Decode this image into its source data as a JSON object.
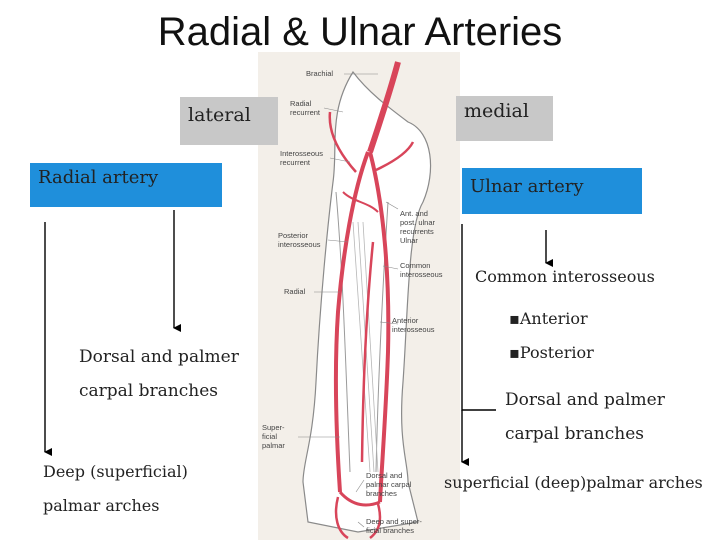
{
  "title": "Radial & Ulnar Arteries",
  "left": {
    "side_label": "lateral",
    "artery_label": "Radial artery",
    "branch1": [
      "Dorsal and palmer",
      "carpal branches"
    ],
    "branch2": [
      "Deep (superficial)",
      "palmar arches"
    ]
  },
  "right": {
    "side_label": "medial",
    "artery_label": "Ulnar artery",
    "branch1": "Common interosseous",
    "bullets": [
      "Anterior",
      "Posterior"
    ],
    "branch2": [
      "Dorsal and palmer",
      "carpal branches"
    ],
    "branch3": "superficial (deep)palmar arches"
  },
  "illustration_labels": {
    "brachial": "Brachial",
    "radial_recurrent": [
      "Radial",
      "recurrent"
    ],
    "interosseous_recurrent": [
      "Interosseous",
      "recurrent"
    ],
    "ulnar_recurrents": [
      "Ant. and",
      "post. ulnar",
      "recurrents",
      "Ulnar"
    ],
    "posterior_interosseous": [
      "Posterior",
      "interosseous"
    ],
    "common_interosseous": [
      "Common",
      "interosseous"
    ],
    "radial": "Radial",
    "anterior_interosseous": [
      "Anterior",
      "interosseous"
    ],
    "superficial_palmar": [
      "Super-",
      "ficial",
      "palmar"
    ],
    "dorsal_palmar_carpal": [
      "Dorsal and",
      "palmar carpal",
      "branches"
    ],
    "deep_superficial": [
      "Deep and super-",
      "ficial branches"
    ]
  },
  "colors": {
    "label_gray": "#c8c8c8",
    "label_blue": "#1f8fdb",
    "artery": "#d8455a"
  }
}
